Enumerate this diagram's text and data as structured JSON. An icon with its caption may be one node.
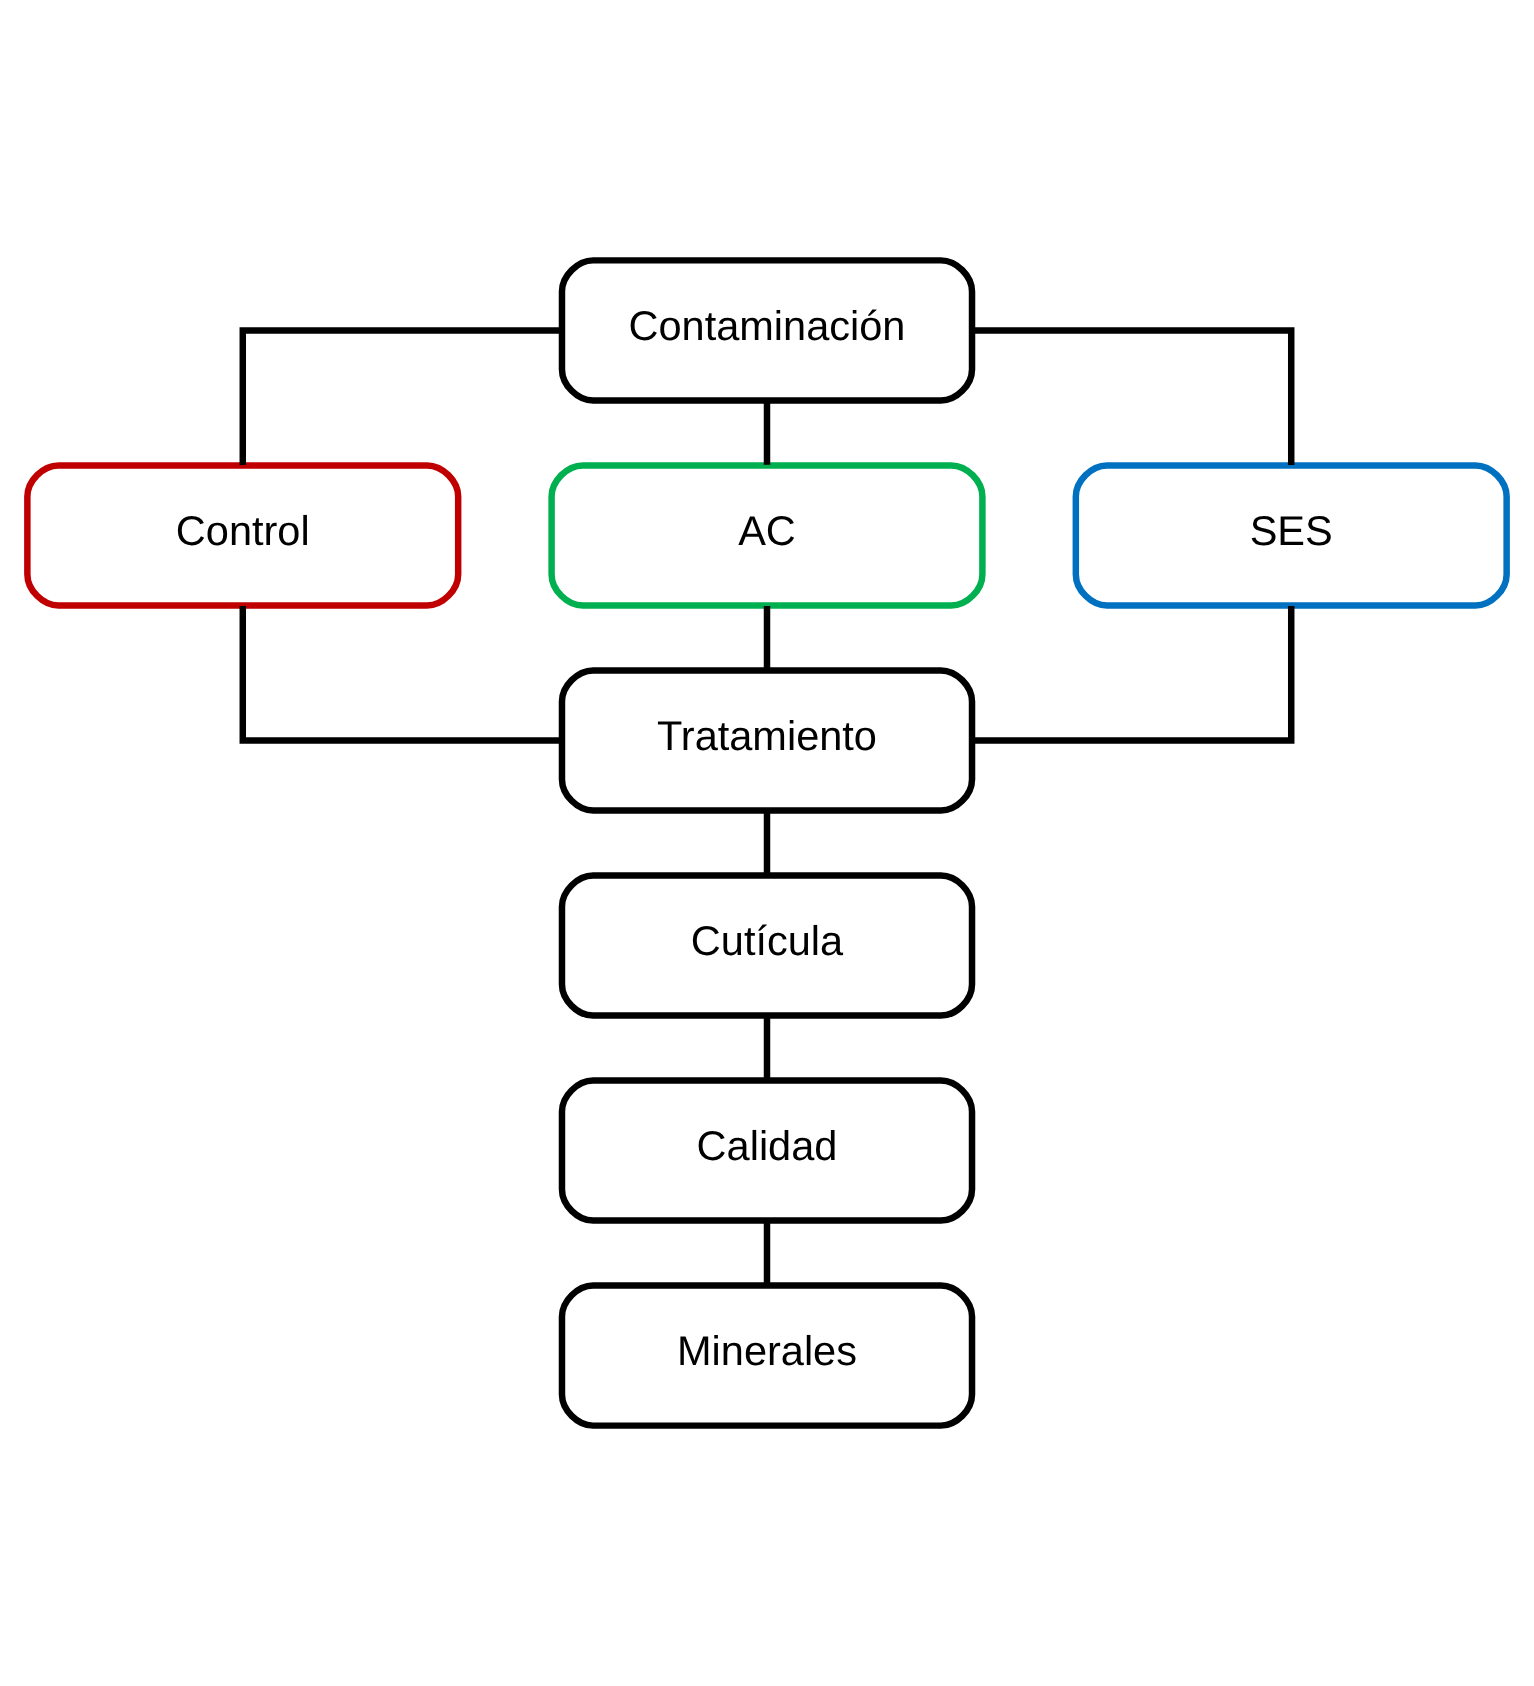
{
  "diagram": {
    "nodes": [
      {
        "text": [
          "Contaminación"
        ]
      },
      {
        "text": [
          "Control"
        ]
      },
      {
        "text": [
          "AC"
        ]
      },
      {
        "text": [
          "SES"
        ]
      },
      {
        "text": [
          "Tratamiento"
        ]
      },
      {
        "text": [
          "Cutícula"
        ]
      },
      {
        "text": [
          "Calidad"
        ]
      },
      {
        "text": [
          "Minerales"
        ]
      }
    ],
    "edges": [
      {
        "from": 0,
        "to": 1,
        "arrow": "none"
      },
      {
        "from": 0,
        "to": 2,
        "arrow": "none"
      },
      {
        "from": 0,
        "to": 3,
        "arrow": "none"
      },
      {
        "from": 1,
        "to": 4,
        "arrow": "none"
      },
      {
        "from": 2,
        "to": 4,
        "arrow": "none"
      },
      {
        "from": 3,
        "to": 4,
        "arrow": "none"
      },
      {
        "from": 4,
        "to": 5,
        "arrow": "none"
      },
      {
        "from": 5,
        "to": 6,
        "arrow": "none"
      },
      {
        "from": 6,
        "to": 7,
        "arrow": "none"
      }
    ]
  }
}
